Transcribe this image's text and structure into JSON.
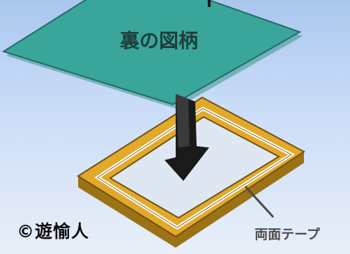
{
  "card_label": "裏の図柄",
  "tape_label": "両面テープ",
  "copyright": "©遊愉人",
  "colors": {
    "card": "#3aa59a",
    "tray_gold": "#e2a92a",
    "arrow": "#1a1a1a",
    "background_top": "#a9c6ee",
    "background_bottom": "#e8eff9"
  }
}
